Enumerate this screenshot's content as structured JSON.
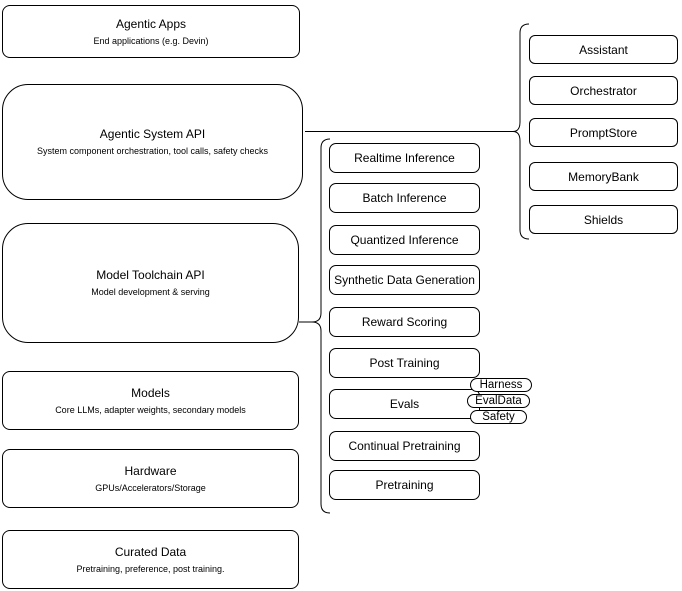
{
  "colors": {
    "background": "#ffffff",
    "stroke": "#000000",
    "text": "#000000"
  },
  "left_column": [
    {
      "title": "Agentic Apps",
      "subtitle": "End applications (e.g. Devin)"
    },
    {
      "title": "Agentic System API",
      "subtitle": "System component orchestration, tool calls, safety checks"
    },
    {
      "title": "Model Toolchain API",
      "subtitle": "Model development & serving"
    },
    {
      "title": "Models",
      "subtitle": "Core LLMs, adapter weights, secondary models"
    },
    {
      "title": "Hardware",
      "subtitle": "GPUs/Accelerators/Storage"
    },
    {
      "title": "Curated Data",
      "subtitle": "Pretraining, preference, post training."
    }
  ],
  "toolchain_items": [
    "Realtime Inference",
    "Batch Inference",
    "Quantized Inference",
    "Synthetic Data Generation",
    "Reward Scoring",
    "Post Training",
    "Evals",
    "Continual Pretraining",
    "Pretraining"
  ],
  "eval_pills": [
    "Harness",
    "EvalData",
    "Safety"
  ],
  "system_components": [
    "Assistant",
    "Orchestrator",
    "PromptStore",
    "MemoryBank",
    "Shields"
  ]
}
